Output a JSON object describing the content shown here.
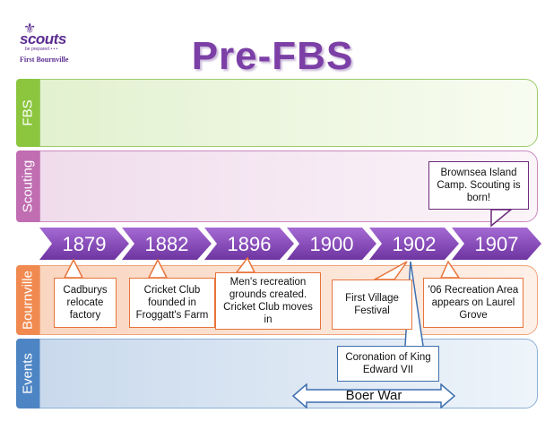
{
  "logo": {
    "word": "scouts",
    "tagline": "be prepared • • •",
    "group": "First Bournville",
    "symbol": "⚜"
  },
  "title": "Pre-FBS",
  "lanes": {
    "fbs": "FBS",
    "scouting": "Scouting",
    "bournville": "Bournville",
    "events": "Events"
  },
  "timeline": [
    "1879",
    "1882",
    "1896",
    "1900",
    "1902",
    "1907"
  ],
  "callouts": {
    "scouting_1907": "Brownsea Island Camp. Scouting is born!",
    "bv_1879": "Cadburys relocate factory",
    "bv_1882": "Cricket Club founded in Froggatt's Farm",
    "bv_1896": "Men's recreation grounds created. Cricket Club moves in",
    "bv_1900": "First Village Festival",
    "bv_1907": "'06 Recreation Area appears on Laurel Grove",
    "ev_1902": "Coronation of King Edward VII",
    "ev_boer": "Boer War"
  },
  "colors": {
    "title": "#7b3fa6",
    "timeline": "#8a4dbd",
    "fbs": "#8cc63f",
    "scouting": "#c06db2",
    "bournville": "#f08a50",
    "events": "#4d85c4"
  }
}
